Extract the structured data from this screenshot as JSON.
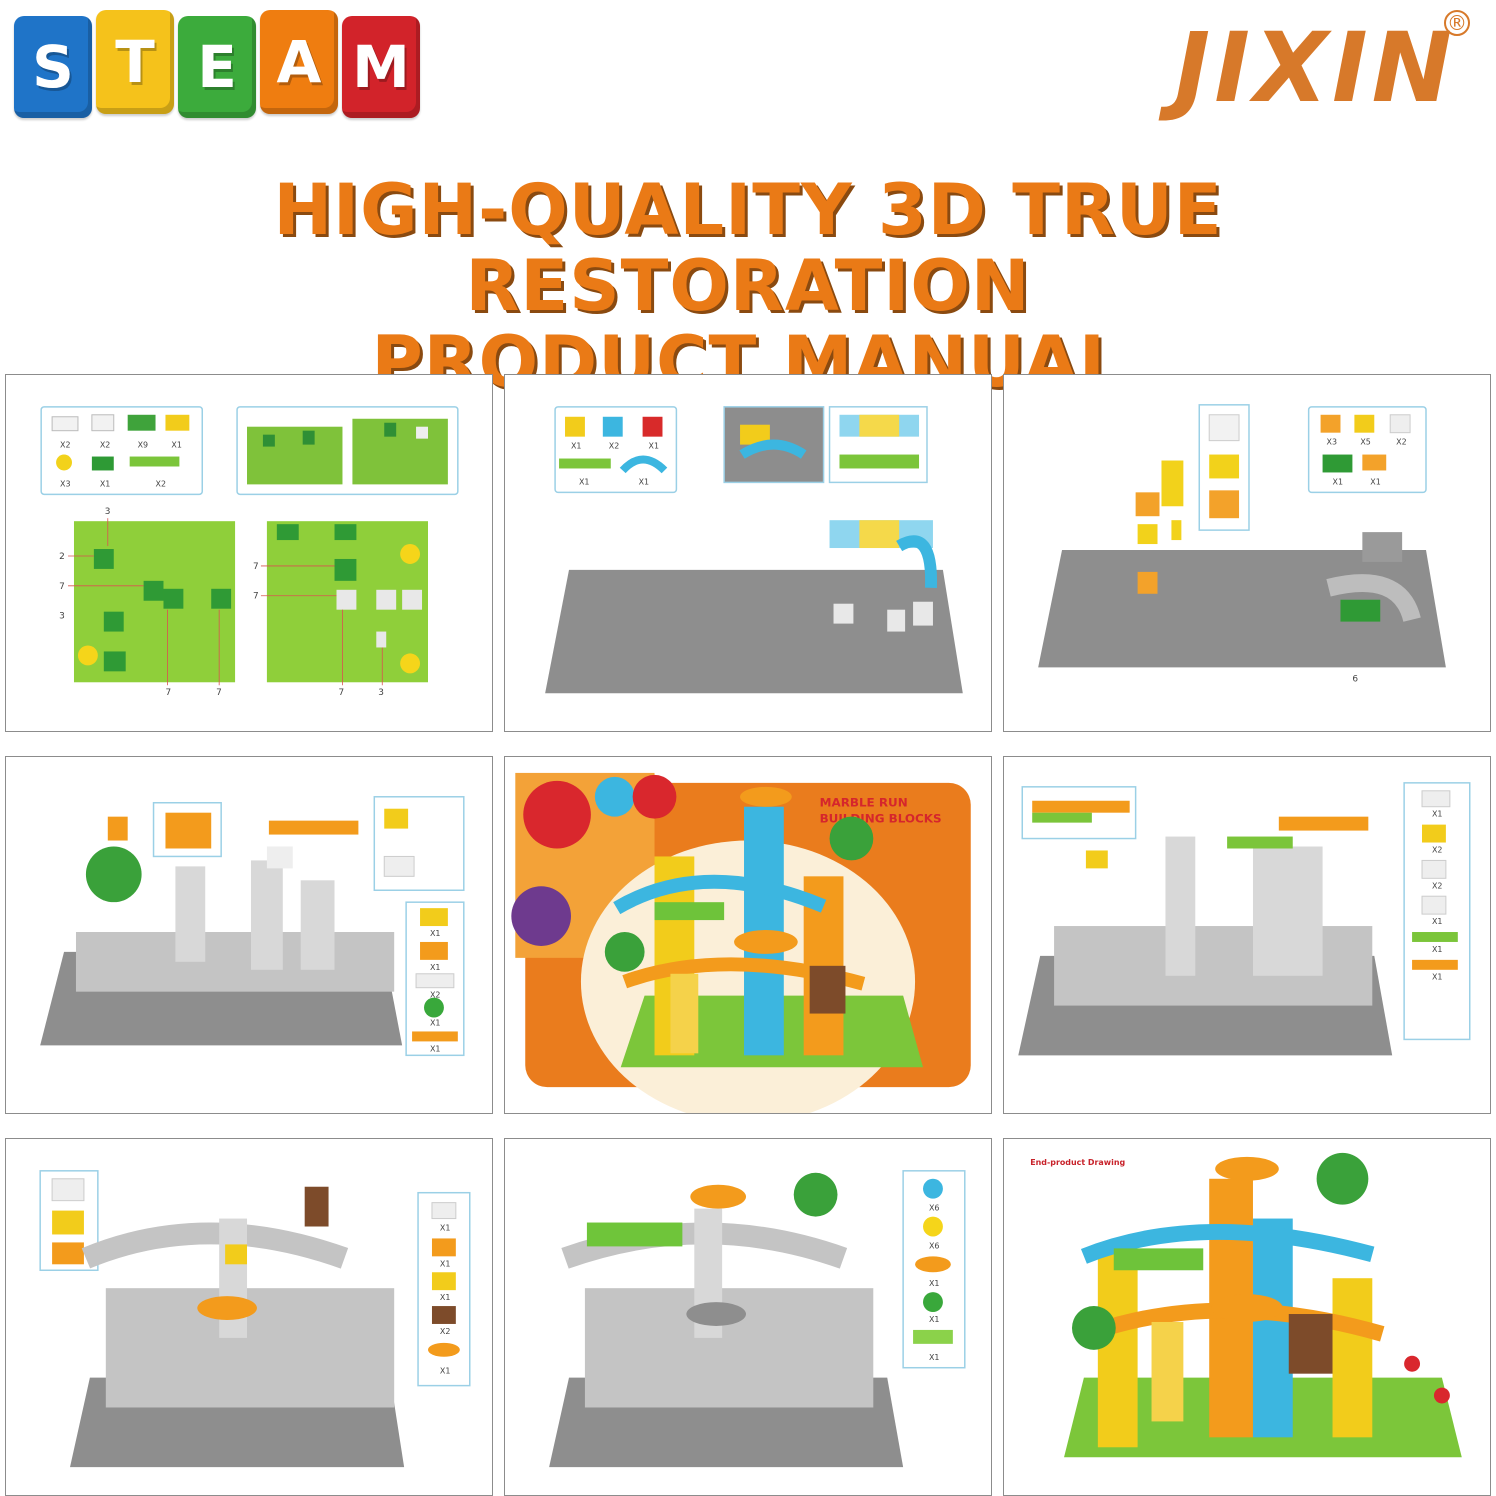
{
  "logo": {
    "letters": [
      "S",
      "T",
      "E",
      "A",
      "M"
    ],
    "colors": [
      "#1f74c8",
      "#f5c21b",
      "#3cab3c",
      "#ef7d10",
      "#d2232a"
    ]
  },
  "brand": {
    "name": "JIXIN",
    "registered": "®",
    "color": "#d7792a"
  },
  "headline": {
    "line1": "HIGH-QUALITY 3D TRUE RESTORATION",
    "line2": "PRODUCT MANUAL",
    "color": "#ea7a16"
  },
  "panels": {
    "p1": {
      "parts": [
        "X2",
        "X2",
        "X9",
        "X1",
        "X3",
        "X1",
        "X2"
      ],
      "callouts": [
        "3",
        "2",
        "7",
        "3",
        "7",
        "7",
        "7",
        "7",
        "7",
        "3"
      ]
    },
    "p2": {
      "parts": [
        "X1",
        "X2",
        "X1",
        "X1",
        "X1"
      ]
    },
    "p3": {
      "parts": [
        "X3",
        "X5",
        "X2",
        "X1",
        "X1"
      ],
      "callouts": [
        "6"
      ]
    },
    "p4": {
      "parts": [
        "X1",
        "X1",
        "X2",
        "X1",
        "X1"
      ]
    },
    "p5": {
      "cover_title_line1": "MARBLE RUN",
      "cover_title_line2": "BUILDING BLOCKS"
    },
    "p6": {
      "parts": [
        "X1",
        "X2",
        "X2",
        "X1",
        "X1",
        "X1"
      ]
    },
    "p7": {
      "parts": [
        "X1",
        "X1",
        "X1",
        "X2",
        "X1"
      ]
    },
    "p8": {
      "parts": [
        "X6",
        "X6",
        "X1",
        "X1",
        "X1"
      ]
    },
    "p9": {
      "caption": "End-product Drawing"
    }
  }
}
